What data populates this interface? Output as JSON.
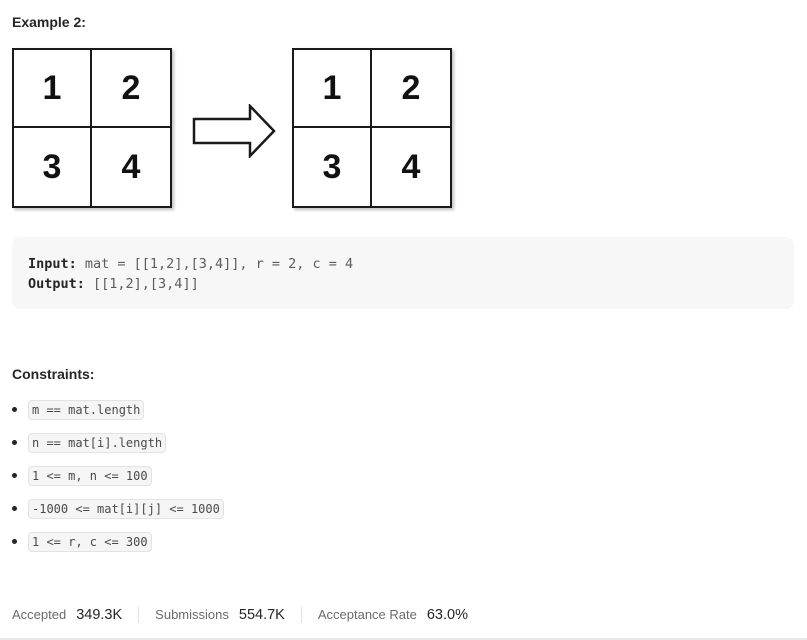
{
  "example": {
    "title": "Example 2:",
    "input_grid": [
      "1",
      "2",
      "3",
      "4"
    ],
    "output_grid": [
      "1",
      "2",
      "3",
      "4"
    ],
    "input_label": "Input:",
    "input_value": " mat = [[1,2],[3,4]], r = 2, c = 4",
    "output_label": "Output:",
    "output_value": " [[1,2],[3,4]]"
  },
  "constraints": {
    "title": "Constraints:",
    "items": [
      "m == mat.length",
      "n == mat[i].length",
      "1 <= m, n <= 100",
      "-1000 <= mat[i][j] <= 1000",
      "1 <= r, c <= 300"
    ]
  },
  "stats": {
    "accepted_label": "Accepted",
    "accepted_value": "349.3K",
    "submissions_label": "Submissions",
    "submissions_value": "554.7K",
    "rate_label": "Acceptance Rate",
    "rate_value": "63.0%"
  }
}
